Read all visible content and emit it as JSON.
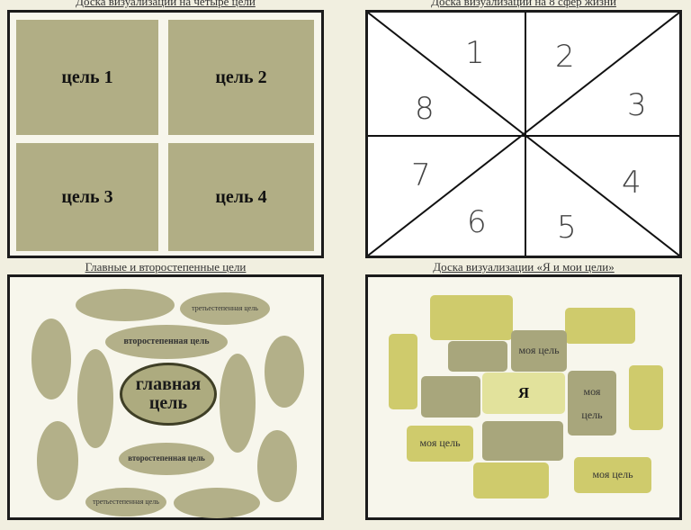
{
  "captions": {
    "four_goals": "Доска визуализации на четыре цели",
    "eight_spheres": "Доска визуализации на 8 сфер жизни",
    "main_secondary": "Главные и второстепенные цели",
    "me_and_goals": "Доска визуализации «Я и мои цели»"
  },
  "four_goals": {
    "goals": [
      "цель 1",
      "цель 2",
      "цель 3",
      "цель 4"
    ]
  },
  "eight_spheres": {
    "numbers": [
      "1",
      "2",
      "3",
      "4",
      "5",
      "6",
      "7",
      "8"
    ]
  },
  "main_secondary": {
    "main": "главная цель",
    "secondary": "второстепенная цель",
    "tertiary": "третьестепенная цель"
  },
  "me_and_goals": {
    "me": "Я",
    "goal": "моя цель"
  },
  "colors": {
    "background": "#f1efe0",
    "tile": "#b1ae85",
    "ellipse": "#b3b089",
    "block_yellow": "#cfcb6c",
    "block_olive": "#a8a67c",
    "block_light": "#e2e29c"
  }
}
